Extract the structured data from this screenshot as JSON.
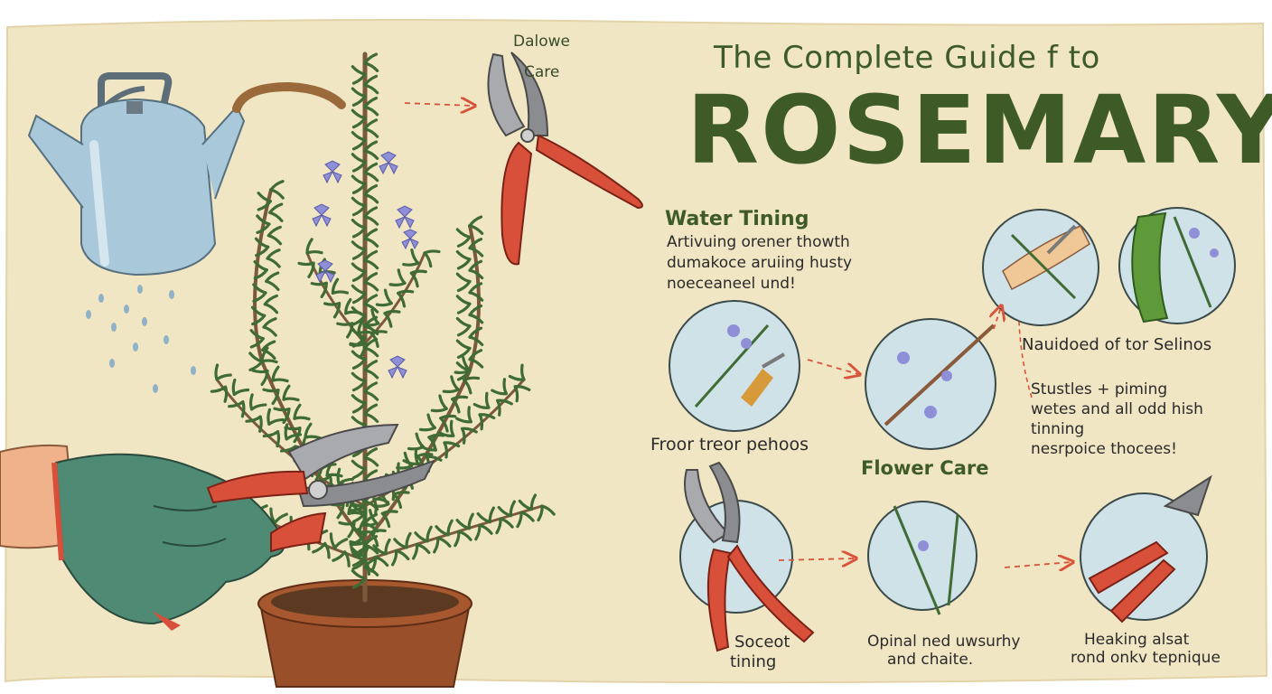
{
  "title": {
    "top": "The Complete Guide f to",
    "main": "ROSEMARY"
  },
  "top_note": {
    "line1": "Dalowe",
    "line2": "Care"
  },
  "water_section": {
    "heading": "Water Tining",
    "lines": [
      "Artivuing orener thowth",
      "dumakoce aruiing husty",
      "noeceaneel und!"
    ]
  },
  "labels": {
    "froor": "Froor treor pehoos",
    "flower_care": "Flower Care",
    "nauidoed": "Nauidoed of tor Selinos",
    "stustles": [
      "Stustles + piming",
      "wetes and all odd hish",
      "tinning",
      "nesrpoice thocees!"
    ],
    "soceot": [
      "Soceot",
      "tining"
    ],
    "optinal": [
      "Opinal ned uwsurhy",
      "and chaite."
    ],
    "heaking": [
      "Heaking alsat",
      "rond onkv tepnique"
    ]
  },
  "colors": {
    "paper": "#f1e6c4",
    "title_green": "#3e5b27",
    "glove": "#4f8a74",
    "pruner_red": "#d9503a",
    "can_blue": "#a9c8da",
    "circle_bg": "#cfe2e8",
    "pot": "#9a4f2b",
    "flower": "#8f8fd8",
    "arrow": "#d9533a"
  },
  "icons": [
    "watering-can-icon",
    "pruning-shears-icon",
    "rosemary-plant-icon",
    "gloved-hand-icon",
    "clay-pot-icon"
  ]
}
